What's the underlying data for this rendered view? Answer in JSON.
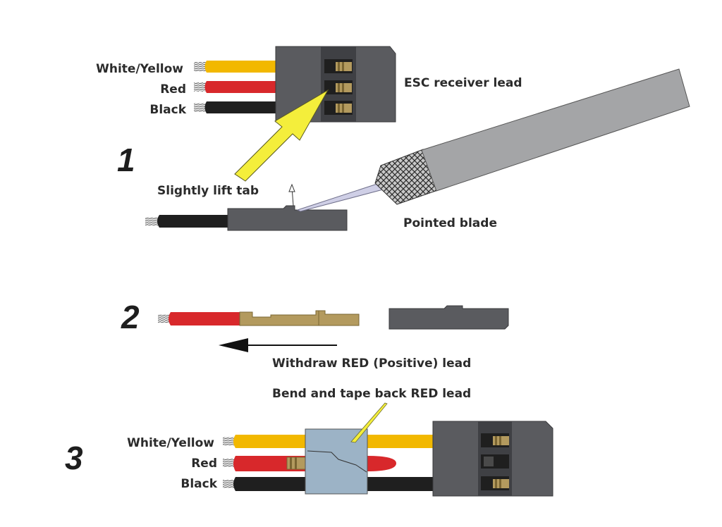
{
  "colors": {
    "yellow_wire": "#f2b800",
    "red_wire": "#d8282b",
    "black_wire": "#1f1f1f",
    "connector_body": "#5a5b5f",
    "brass_pin": "#b39a5e",
    "tape": "#9cb3c6",
    "arrow_yellow": "#f4ee3b",
    "knife_handle": "#a4a5a7"
  },
  "step1": {
    "number": "1",
    "labels": {
      "white_yellow": "White/Yellow",
      "red": "Red",
      "black": "Black",
      "esc_lead": "ESC receiver lead",
      "lift_tab": "Slightly lift tab",
      "blade": "Pointed blade"
    }
  },
  "step2": {
    "number": "2",
    "withdraw": "Withdraw RED (Positive) lead"
  },
  "step3": {
    "number": "3",
    "bend_tape": "Bend and tape back RED lead",
    "labels": {
      "white_yellow": "White/Yellow",
      "red": "Red",
      "black": "Black"
    }
  }
}
